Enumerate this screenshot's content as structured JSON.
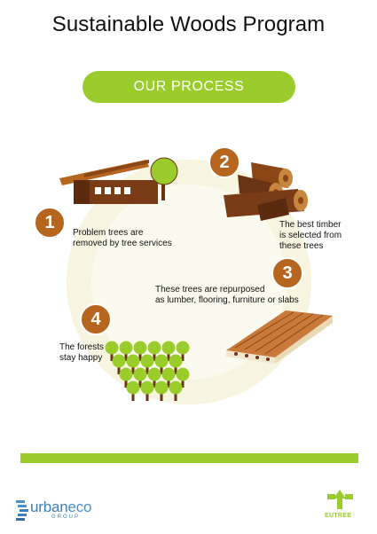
{
  "header": {
    "title": "Sustainable Woods Program"
  },
  "banner": {
    "label": "OUR PROCESS"
  },
  "steps": [
    {
      "number": "1",
      "lines": [
        "Problem trees are",
        "removed by tree services"
      ]
    },
    {
      "number": "2",
      "lines": [
        "The best timber",
        "is selected from",
        "these trees"
      ]
    },
    {
      "number": "3",
      "lines": [
        "These trees are repurposed",
        "as lumber, flooring, furniture or slabs"
      ]
    },
    {
      "number": "4",
      "lines": [
        "The forests",
        "stay happy"
      ]
    }
  ],
  "footer": {
    "logo_left": {
      "brand_a": "urban",
      "brand_b": "eco",
      "sub": "GROUP"
    },
    "logo_right": {
      "label": "EUTREE"
    }
  },
  "colors": {
    "green": "#9acd2b",
    "orange_brown": "#b5651d",
    "dark_wood": "#6b3414",
    "circle_bg": "#f7f4df",
    "blue": "#4a8fc9"
  }
}
